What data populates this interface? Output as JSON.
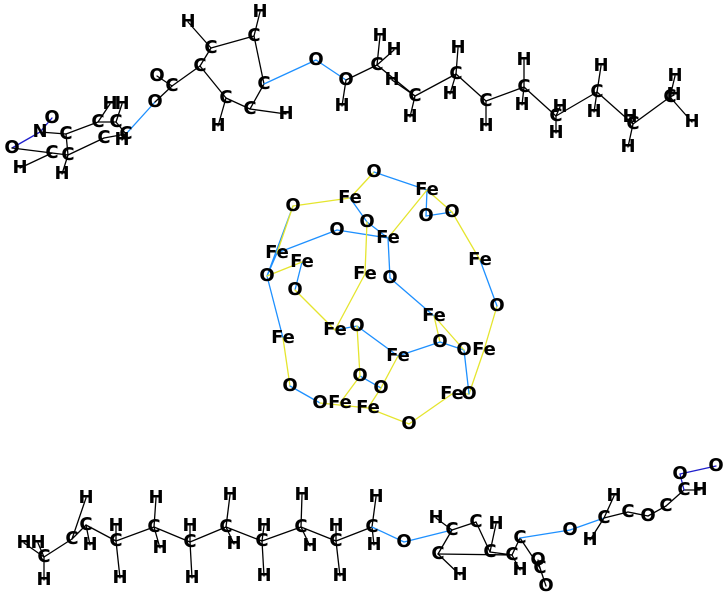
{
  "colors": {
    "background": "#ffffff",
    "atom_label": "#000000",
    "bond_carbon": "#000000",
    "bond_oxygen": "#1e90ff",
    "bond_nitrogen": "#1f1fcc",
    "bond_iron": "#e5e52e"
  },
  "elements": {
    "carbon": "C",
    "hydrogen": "H",
    "oxygen": "O",
    "nitrogen": "N",
    "iron": "Fe"
  },
  "molecules": {
    "top_ligand": "ligand-top",
    "iron_oxide_cluster": "cluster-center",
    "bottom_ligand": "ligand-bottom"
  }
}
